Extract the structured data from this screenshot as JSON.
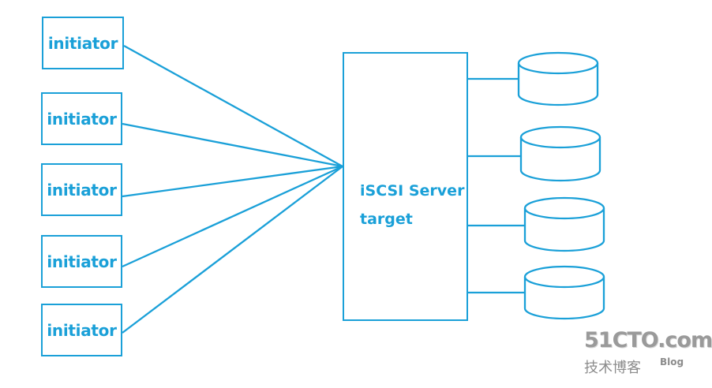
{
  "colors": {
    "stroke": "#1aa0d8",
    "text": "#1aa0d8",
    "watermark": "#9a9a9a",
    "background": "#ffffff"
  },
  "initiators": [
    {
      "label": "initiator"
    },
    {
      "label": "initiator"
    },
    {
      "label": "initiator"
    },
    {
      "label": "initiator"
    },
    {
      "label": "initiator"
    }
  ],
  "server": {
    "line1": "iSCSI Server",
    "line2": "target"
  },
  "disks": [
    {
      "icon": "disk-cylinder-icon"
    },
    {
      "icon": "disk-cylinder-icon"
    },
    {
      "icon": "disk-cylinder-icon"
    },
    {
      "icon": "disk-cylinder-icon"
    }
  ],
  "watermark": {
    "site": "51CTO.com",
    "subtitle": "技术博客",
    "blog": "Blog"
  }
}
